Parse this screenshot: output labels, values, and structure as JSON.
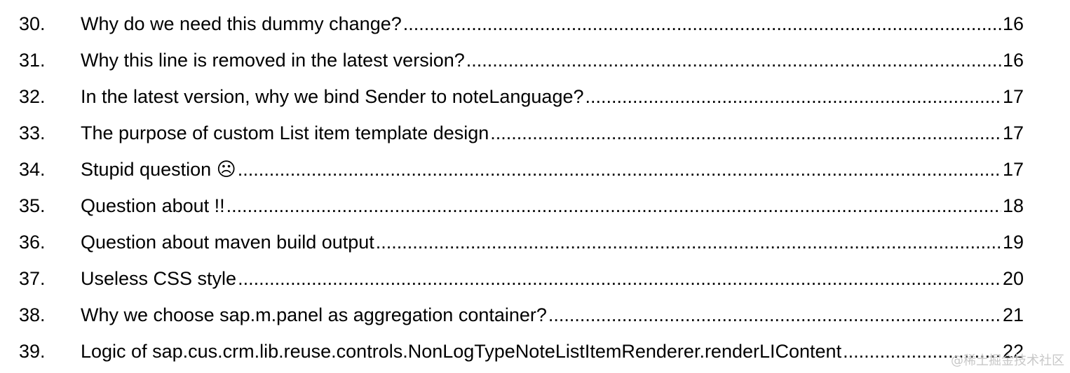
{
  "toc": {
    "entries": [
      {
        "num": "30.",
        "title": "Why do we need this dummy change?",
        "page": "16"
      },
      {
        "num": "31.",
        "title": "Why this line is removed in the latest version?",
        "page": "16"
      },
      {
        "num": "32.",
        "title": "In the latest version, why we bind Sender to noteLanguage?",
        "page": "17"
      },
      {
        "num": "33.",
        "title": "The purpose of custom List item template design",
        "page": "17"
      },
      {
        "num": "34.",
        "title": "Stupid question ☹",
        "page": "17"
      },
      {
        "num": "35.",
        "title": "Question about !!",
        "page": "18"
      },
      {
        "num": "36.",
        "title": "Question about maven build output",
        "page": "19"
      },
      {
        "num": "37.",
        "title": "Useless CSS style",
        "page": "20"
      },
      {
        "num": "38.",
        "title": "Why we choose sap.m.panel as aggregation container?",
        "page": "21"
      },
      {
        "num": "39.",
        "title": "Logic of sap.cus.crm.lib.reuse.controls.NonLogTypeNoteListItemRenderer.renderLIContent",
        "page": "22"
      }
    ]
  },
  "watermark": {
    "text": "@稀土掘金技术社区"
  }
}
